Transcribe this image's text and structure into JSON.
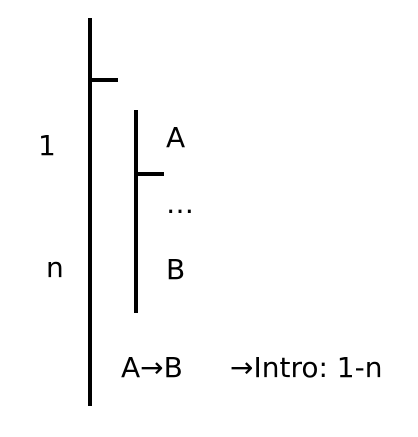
{
  "proof": {
    "line_numbers": {
      "first": "1",
      "last": "n"
    },
    "subproof": {
      "assumption": "A",
      "ellipsis": "…",
      "result": "B"
    },
    "conclusion": "A→B",
    "justification": "→Intro: 1-n"
  }
}
